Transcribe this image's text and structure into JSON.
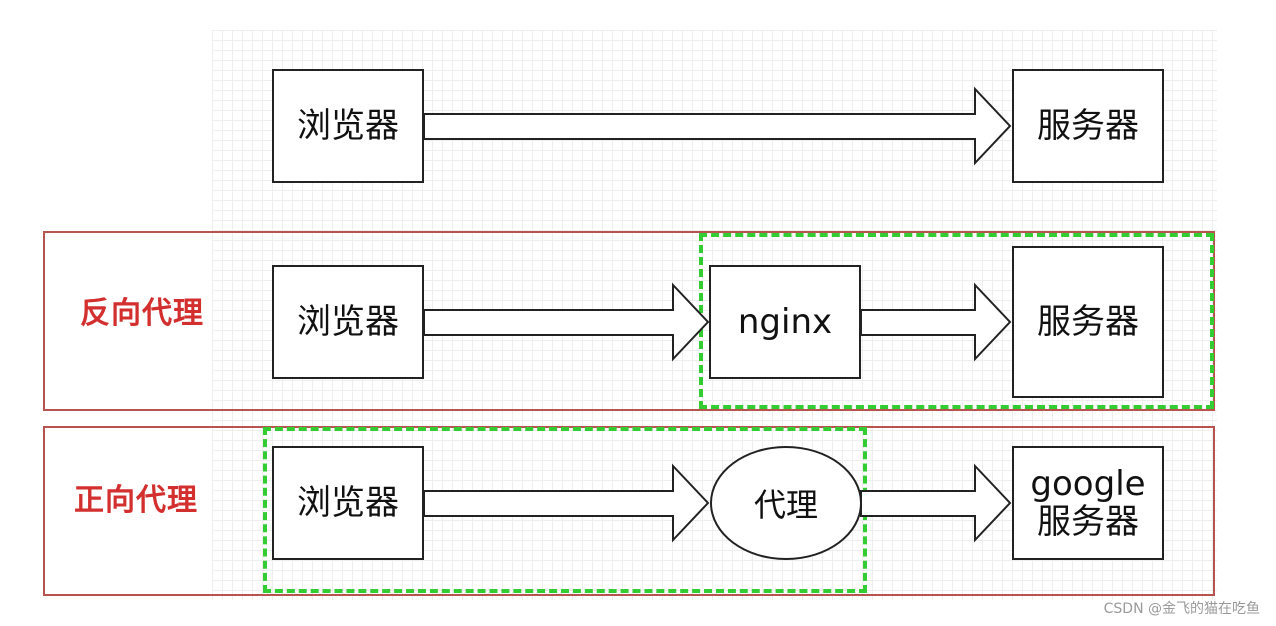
{
  "diagram": {
    "direct": {
      "browser": "浏览器",
      "server": "服务器"
    },
    "reverse_proxy": {
      "label": "反向代理",
      "browser": "浏览器",
      "proxy": "nginx",
      "server": "服务器"
    },
    "forward_proxy": {
      "label": "正向代理",
      "browser": "浏览器",
      "proxy": "代理",
      "server_line1": "google",
      "server_line2": "服务器"
    }
  },
  "watermark": "CSDN @金飞的猫在吃鱼",
  "colors": {
    "frame": "#b85450",
    "group_dash": "#33cc33",
    "label": "#d32f2f",
    "stroke": "#222222"
  }
}
